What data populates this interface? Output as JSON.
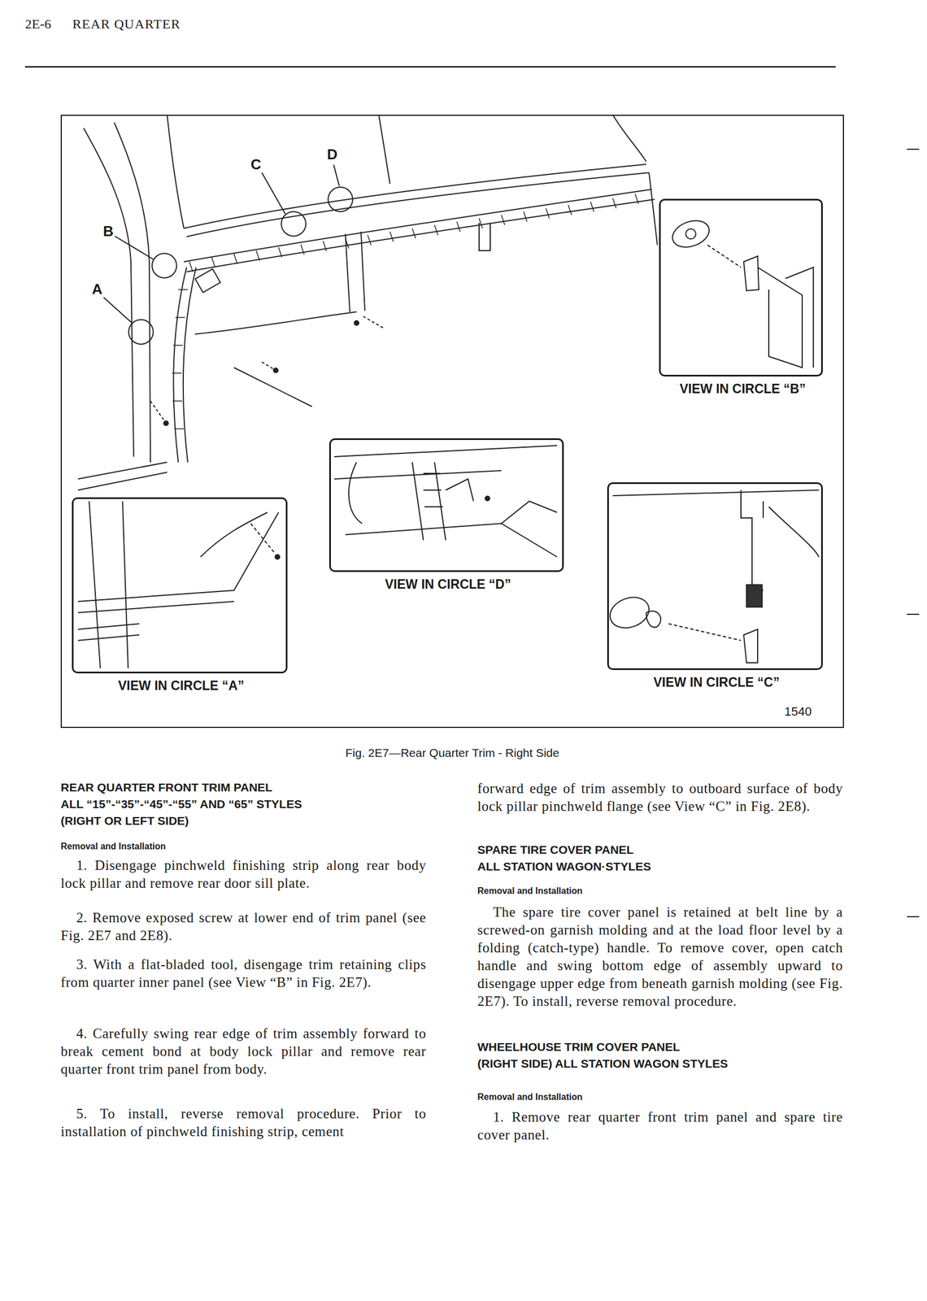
{
  "diagram": {
    "caption": "Fig. 2E7—Rear Quarter Trim - Right Side",
    "nodes": [
      {
        "text": [
          "1540"
        ]
      },
      {
        "text": [
          "VIEW IN CIRCLE “B”"
        ],
        "in": 0
      },
      {
        "text": [
          "VIEW IN CIRCLE “D”"
        ],
        "in": 0
      },
      {
        "text": [
          "VIEW IN CIRCLE “A”"
        ],
        "in": 0
      },
      {
        "text": [
          "VIEW IN CIRCLE “C”"
        ],
        "in": 0
      }
    ],
    "labels": [
      "2E-6",
      "REAR QUARTER",
      "D",
      "C",
      "B",
      "A",
      "REAR QUARTER FRONT TRIM PANEL",
      "ALL “15”-“35”-“45”-“55” AND “65” STYLES",
      "(RIGHT OR LEFT SIDE)",
      "Removal and Installation",
      "1. Disengage pinchweld finishing strip along rear body lock pillar and remove rear door sill plate.",
      "2. Remove exposed screw at lower end of trim panel (see Fig. 2E7 and 2E8).",
      "3. With a flat-bladed tool, disengage trim retaining clips from quarter inner panel (see View “B” in Fig. 2E7).",
      "4. Carefully swing rear edge of trim assembly forward to break cement bond at body lock pillar and remove rear quarter front trim panel from body.",
      "5. To install, reverse removal procedure. Prior to installation of pinchweld finishing strip, cement",
      "forward edge of trim assembly to outboard surface of body lock pillar pinchweld flange (see View “C” in Fig. 2E8).",
      "SPARE TIRE COVER PANEL",
      "ALL STATION WAGON·STYLES",
      "Removal and Installation",
      "The spare tire cover panel is retained at belt line by a screwed-on garnish molding and at the load floor level by a folding (catch-type) handle. To remove cover, open catch handle and swing bottom edge of assembly upward to disengage upper edge from beneath garnish molding (see Fig. 2E7). To install, reverse removal procedure.",
      "WHEELHOUSE TRIM COVER PANEL",
      "(RIGHT SIDE) ALL STATION WAGON STYLES",
      "Removal and Installation",
      "1. Remove rear quarter front trim panel and spare tire cover panel."
    ]
  }
}
